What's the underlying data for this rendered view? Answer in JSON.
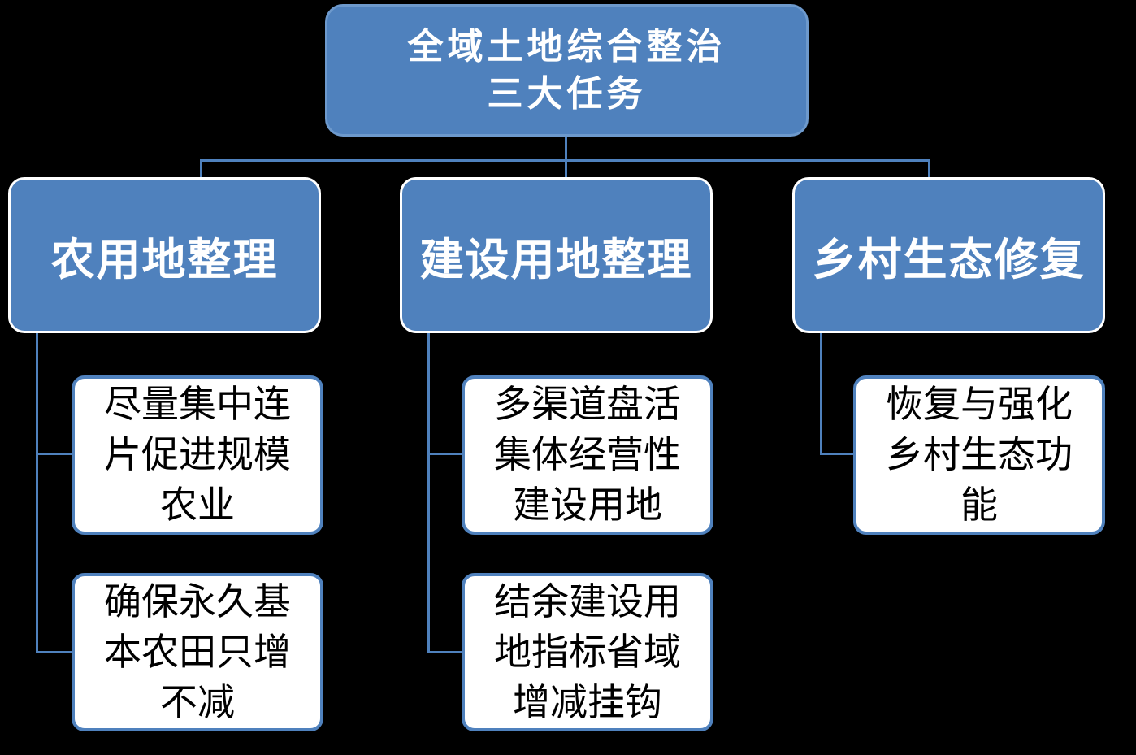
{
  "diagram": {
    "root": {
      "lines": [
        "全域土地综合整治",
        "三大任务"
      ]
    },
    "branches": [
      {
        "title": "农用地整理",
        "children": [
          {
            "lines": [
              "尽量集中连",
              "片促进规模",
              "农业"
            ]
          },
          {
            "lines": [
              "确保永久基",
              "本农田只增",
              "不减"
            ]
          }
        ]
      },
      {
        "title": "建设用地整理",
        "children": [
          {
            "lines": [
              "多渠道盘活",
              "集体经营性",
              "建设用地"
            ]
          },
          {
            "lines": [
              "结余建设用",
              "地指标省域",
              "增减挂钩"
            ]
          }
        ]
      },
      {
        "title": "乡村生态修复",
        "children": [
          {
            "lines": [
              "恢复与强化",
              "乡村生态功",
              "能"
            ]
          }
        ]
      }
    ],
    "colors": {
      "node_blue": "#4f81bd",
      "node_border_white": "#ffffff",
      "child_fill": "#ffffff",
      "child_border_blue": "#4f81bd",
      "connector_blue": "#4f81bd",
      "background": "#000000",
      "header_text": "#ffffff",
      "child_text": "#000000"
    }
  }
}
